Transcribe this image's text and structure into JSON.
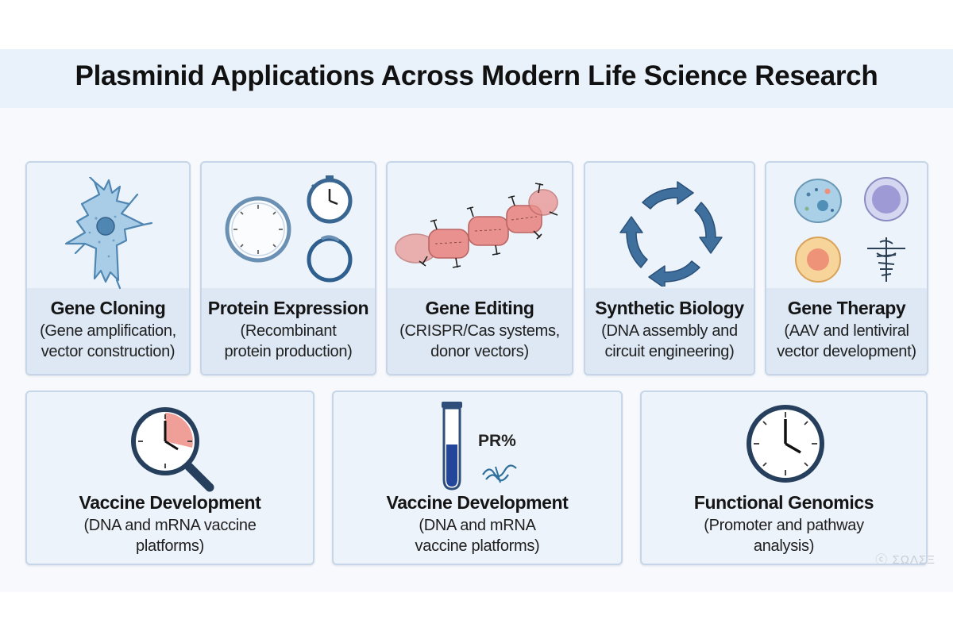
{
  "title": "Plasminid Applications Across Modern Life Science Research",
  "cards": [
    {
      "title": "Gene Cloning",
      "sub": [
        "(Gene amplification,",
        "vector construction)"
      ],
      "icon": "cell-icon"
    },
    {
      "title": "Protein Expression",
      "sub": [
        "(Recombinant",
        "protein production)"
      ],
      "icon": "timer-plasmid-icon"
    },
    {
      "title": "Gene Editing",
      "sub": [
        "(CRISPR/Cas systems,",
        "donor vectors)"
      ],
      "icon": "dna-chain-icon"
    },
    {
      "title": "Synthetic Biology",
      "sub": [
        "(DNA assembly and",
        "circuit engineering)"
      ],
      "icon": "cycle-arrows-icon"
    },
    {
      "title": "Gene Therapy",
      "sub": [
        "(AAV and lentiviral",
        "vector development)"
      ],
      "icon": "cells-gene-icon"
    },
    {
      "title": "Vaccine Development",
      "sub": [
        "(DNA and mRNA vaccine",
        "platforms)"
      ],
      "icon": "clock-magnifier-icon"
    },
    {
      "title": "Vaccine Development",
      "sub": [
        "(DNA and mRNA",
        "vaccine platforms)"
      ],
      "icon": "test-tube-icon",
      "icon_text": "PR%"
    },
    {
      "title": "Functional Genomics",
      "sub": [
        "(Promoter and pathway",
        "analysis)"
      ],
      "icon": "clock-icon"
    }
  ],
  "colors": {
    "header_band": "#e9f1fa",
    "card_bg": "#edf3fa",
    "card_border": "#c6d6e8",
    "icon_blue": "#2f5f8f",
    "cell_blue": "#a9cde6",
    "dna_pink": "#e8918f",
    "clock_red": "#ef9e98"
  },
  "watermark": "ⓒ ΣΩΛΣΞ"
}
